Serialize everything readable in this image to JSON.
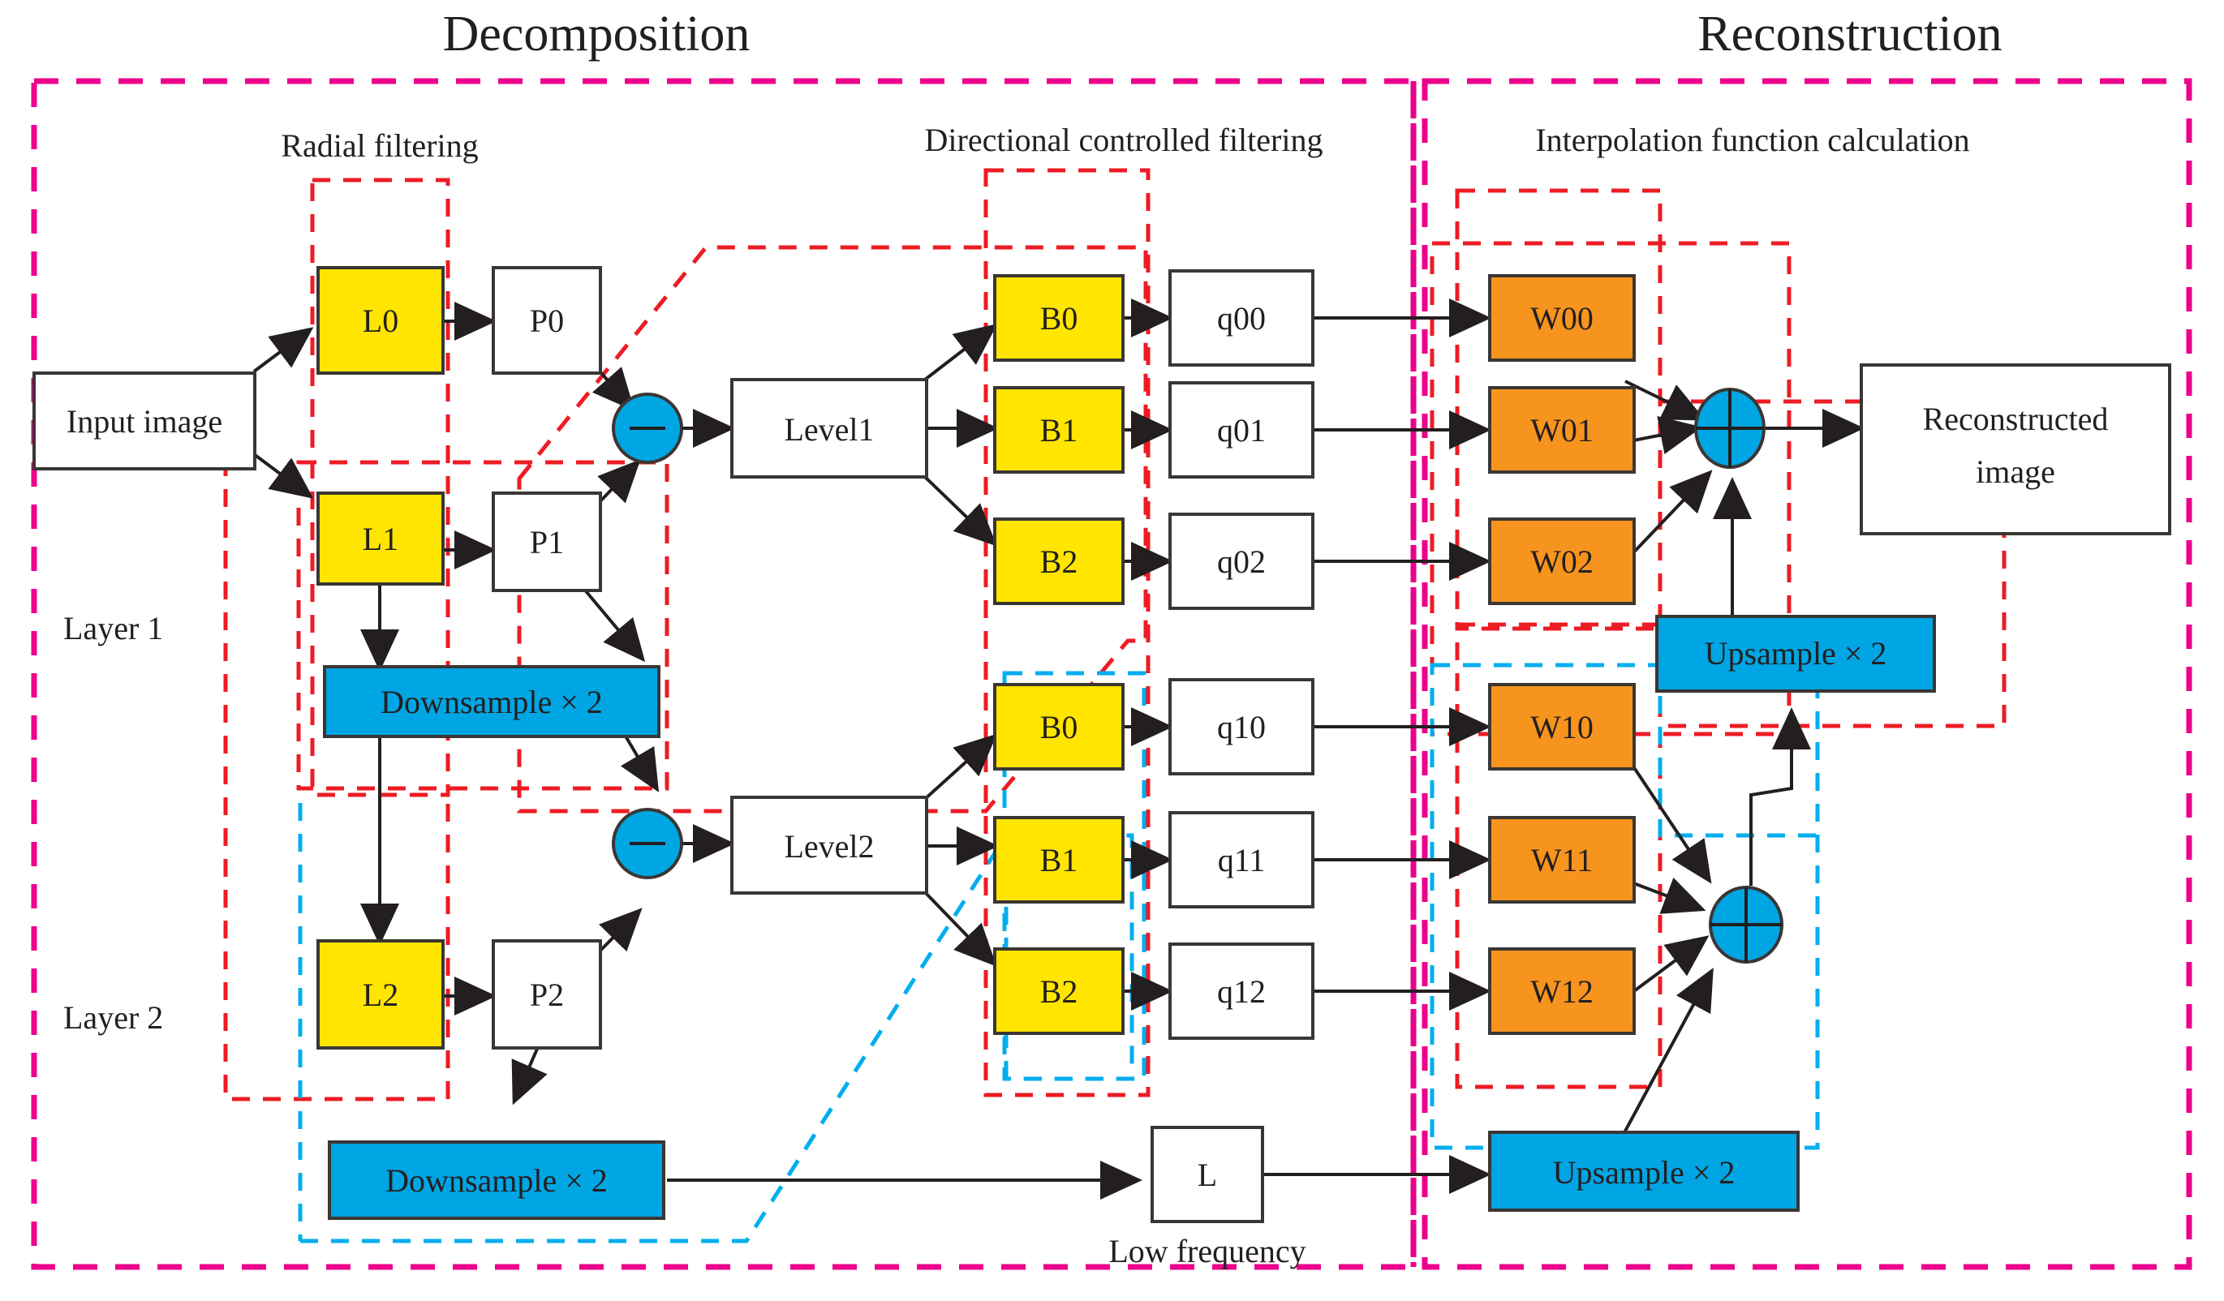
{
  "titles": {
    "left": "Decomposition",
    "right": "Reconstruction"
  },
  "group_labels": {
    "radial": "Radial filtering",
    "directional": "Directional controlled filtering",
    "interpolation": "Interpolation function calculation"
  },
  "layer_labels": {
    "layer1": "Layer 1",
    "layer2": "Layer 2"
  },
  "nodes": {
    "input_image": "Input image",
    "l0": "L0",
    "l1": "L1",
    "l2": "L2",
    "p0": "P0",
    "p1": "P1",
    "p2": "P2",
    "minus1": "−",
    "minus2": "−",
    "level1": "Level1",
    "level2": "Level2",
    "b00": "B0",
    "b01": "B1",
    "b02": "B2",
    "b10": "B0",
    "b11": "B1",
    "b12": "B2",
    "q00": "q00",
    "q01": "q01",
    "q02": "q02",
    "q10": "q10",
    "q11": "q11",
    "q12": "q12",
    "w00": "W00",
    "w01": "W01",
    "w02": "W02",
    "w10": "W10",
    "w11": "W11",
    "w12": "W12",
    "downsample1": "Downsample × 2",
    "downsample2": "Downsample × 2",
    "upsample1": "Upsample × 2",
    "upsample2": "Upsample × 2",
    "low_l": "L",
    "low_freq_caption": "Low frequency",
    "reconstructed_image_line1": "Reconstructed",
    "reconstructed_image_line2": "image"
  },
  "colors": {
    "yellow": "#ffe500",
    "orange": "#f7941e",
    "cyan": "#00a5e3",
    "magenta_dash": "#ec008c",
    "red_dash": "#ed1c24",
    "cyan_dash": "#00aeef",
    "outline": "#3a3634",
    "text": "#231f20"
  }
}
